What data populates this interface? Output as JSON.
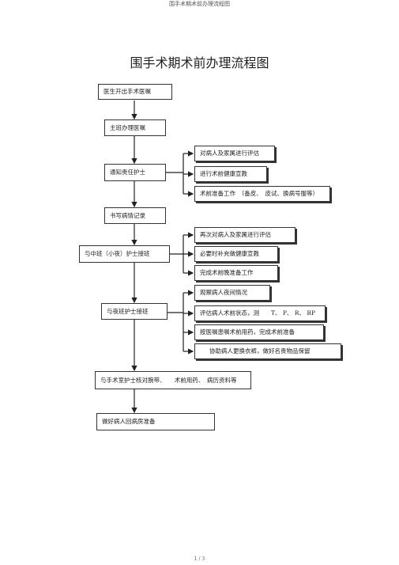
{
  "header": "围手术期术前办理流程图",
  "title": "围手术期术前办理流程图",
  "steps": {
    "s1": "医生开出手术医嘱",
    "s2": "主班办理医嘱",
    "s3": "通知责任护士",
    "s3a": "对病人及家属进行评估",
    "s3b": "进行术前健康宣教",
    "s3c": "术前准备工作　（备皮、　皮试、换病号服等）",
    "s4": "书写病情记录",
    "s5": "与中班（小夜）护士接班",
    "s5a": "再次对病人及家属进行评估",
    "s5b": "必要时补充做健康宣教",
    "s5c": "完成术前晚准备工作",
    "s6": "与夜班护士接班",
    "s6a": "观察病人夜间情况",
    "s6b": "评估病人术前状态，测　　T、 P、 R、 BP",
    "s6c": "按医嘱患嘱术前用药，完成术前准备",
    "s6d": "协助病人更换衣裤，做好名贵物品保留",
    "s7": "与手术室护士核对腕带、　　术前用药、　病历资料等",
    "s8": "做好病人回病房准备"
  },
  "footer": "1 / 3"
}
